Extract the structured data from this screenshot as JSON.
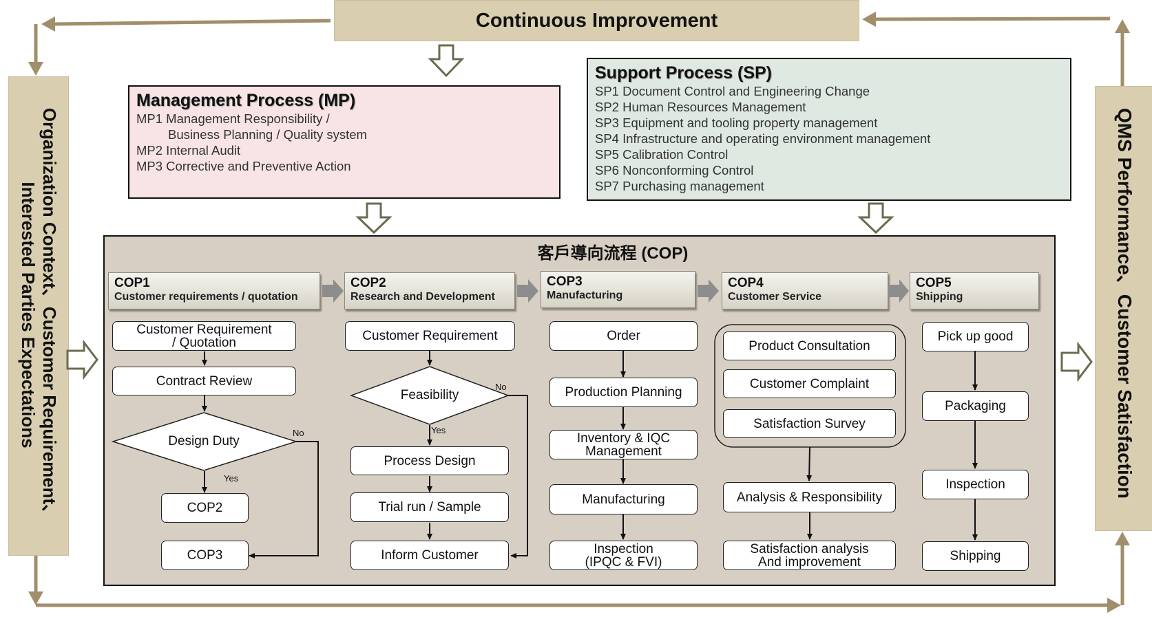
{
  "continuous_improvement": "Continuous Improvement",
  "left_banner": {
    "line1": "Organization Context、Customer Requirement、",
    "line2": "Interested Parties Expectations"
  },
  "right_banner": "QMS Performance、Customer Satisfaction",
  "management_process": {
    "title": "Management Process (MP)",
    "items": [
      "MP1 Management Responsibility /",
      "Business Planning / Quality system",
      "MP2 Internal Audit",
      "MP3 Corrective and Preventive Action"
    ]
  },
  "support_process": {
    "title": "Support Process (SP)",
    "items": [
      "SP1 Document Control and Engineering Change",
      "SP2 Human Resources Management",
      "SP3 Equipment and tooling property management",
      "SP4 Infrastructure and operating environment management",
      "SP5 Calibration Control",
      "SP6 Nonconforming Control",
      "SP7 Purchasing management"
    ]
  },
  "cop": {
    "title": "客戶導向流程 (COP)",
    "stages": [
      {
        "code": "COP1",
        "name": "Customer requirements / quotation"
      },
      {
        "code": "COP2",
        "name": "Research and Development"
      },
      {
        "code": "COP3",
        "name": "Manufacturing"
      },
      {
        "code": "COP4",
        "name": "Customer Service"
      },
      {
        "code": "COP5",
        "name": "Shipping"
      }
    ],
    "col1": {
      "req_line1": "Customer Requirement",
      "req_line2": "/ Quotation",
      "contract_review": "Contract Review",
      "design_duty": "Design Duty",
      "no": "No",
      "yes": "Yes",
      "cop2": "COP2",
      "cop3": "COP3"
    },
    "col2": {
      "customer_requirement": "Customer Requirement",
      "feasibility": "Feasibility",
      "no": "No",
      "yes": "Yes",
      "process_design": "Process Design",
      "trial_run": "Trial run / Sample",
      "inform_customer": "Inform Customer"
    },
    "col3": {
      "order": "Order",
      "production_planning": "Production Planning",
      "inventory_line1": "Inventory  & IQC",
      "inventory_line2": "Management",
      "manufacturing": "Manufacturing",
      "inspection_line1": "Inspection",
      "inspection_line2": "(IPQC & FVI)"
    },
    "col4": {
      "product_consultation": "Product Consultation",
      "customer_complaint": "Customer Complaint",
      "satisfaction_survey": "Satisfaction Survey",
      "analysis": "Analysis & Responsibility",
      "sat_line1": "Satisfaction analysis",
      "sat_line2": "And  improvement"
    },
    "col5": {
      "pick_up": "Pick up good",
      "packaging": "Packaging",
      "inspection": "Inspection",
      "shipping": "Shipping"
    }
  },
  "colors": {
    "banner": "#d9ceb0",
    "loop_arrow": "#a08f6a",
    "hollow_arrow": "#6b6b50",
    "mp_fill": "#f8e4e4",
    "sp_fill": "#e0e8e2",
    "cop_fill": "#d8cfc4"
  }
}
